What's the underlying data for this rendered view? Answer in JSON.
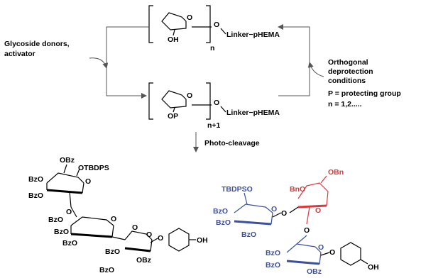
{
  "scheme": {
    "left_label_line1": "Glycoside donors,",
    "left_label_line2": "activator",
    "right_label_line1": "Orthogonal",
    "right_label_line2": "deprotection",
    "right_label_line3": "conditions",
    "legend_p": "P = protecting group",
    "legend_n": "n = 1,2.....",
    "cleavage_label": "Photo-cleavage"
  },
  "top_unit": {
    "ring_o": "O",
    "oh": "OH",
    "link_o": "O",
    "linker": "Linker−pHEMA",
    "subscript": "n"
  },
  "bottom_unit": {
    "ring_o": "O",
    "op": "OP",
    "link_o": "O",
    "linker": "Linker−pHEMA",
    "subscript": "n+1"
  },
  "product_left": {
    "obz_top": "OBz",
    "otbdps": "OTBDPS",
    "bzo_1": "BzO",
    "bzo_2": "BzO",
    "ring_o_1": "O",
    "bzo_3": "BzO",
    "bzo_4": "BzO",
    "bzo_5": "BzO",
    "ring_o_2": "O",
    "link_o_1": "O",
    "link_o_2": "O",
    "bzo_6": "BzO",
    "obz": "OBz",
    "bzo_7": "BzO",
    "ring_o_3": "O",
    "aryl_o": "O",
    "oh": "OH"
  },
  "product_right": {
    "tbdpso": "TBDPSO",
    "obn": "OBn",
    "bno": "BnO",
    "ring_o_red": "O",
    "bzo_1": "BzO",
    "bzo_2": "BzO",
    "bzo_3": "BzO",
    "ring_o_blue1": "O",
    "link_o_1": "O",
    "link_o_2": "O",
    "bzo_4": "BzO",
    "bzo_5": "BzO",
    "obz": "OBz",
    "ring_o_blue2": "O",
    "aryl_o": "O",
    "oh": "OH"
  },
  "colors": {
    "blue": "#3b4f9e",
    "red": "#d9383c",
    "arrow": "#555555"
  }
}
